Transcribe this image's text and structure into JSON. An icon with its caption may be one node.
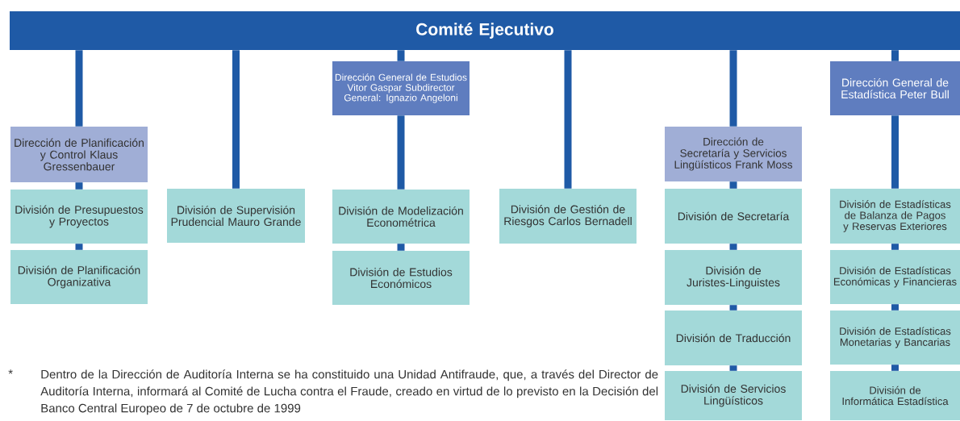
{
  "diagram": {
    "nodes": [
      {
        "text": [
          "Comité Ejecutivo"
        ]
      },
      {
        "text": [
          "Dirección de Planificación y Control Klaus Gressenbauer"
        ]
      },
      {
        "text": [
          "División de Presupuestos y Proyectos"
        ]
      },
      {
        "text": [
          "División de Planificación Organizativa"
        ]
      },
      {
        "text": [
          "División de Supervisión Prudencial Mauro Grande"
        ]
      },
      {
        "text": [
          "Dirección General de Estudios Vitor Gaspar Subdirector General: Ignazio Angeloni"
        ]
      },
      {
        "text": [
          "División de Modelización Econométrica"
        ]
      },
      {
        "text": [
          "División de Estudios Económicos"
        ]
      },
      {
        "text": [
          "División de Gestión de Riesgos Carlos Bernadell"
        ]
      },
      {
        "text": [
          "Dirección de Secretaría y Servicios Lingüísticos Frank Moss"
        ]
      },
      {
        "text": [
          "División de Secretaría"
        ]
      },
      {
        "text": [
          "División de Juristes-Linguistes"
        ]
      },
      {
        "text": [
          "División de Traducción"
        ]
      },
      {
        "text": [
          "División de Servicios Lingüísticos"
        ]
      },
      {
        "text": [
          "Dirección General de Estadística Peter Bull"
        ]
      },
      {
        "text": [
          "División de Estadísticas de Balanza de Pagos y Reservas Exteriores"
        ]
      },
      {
        "text": [
          "División de Estadísticas Económicas y Financieras"
        ]
      },
      {
        "text": [
          "División de Estadísticas Monetarias y Bancarias"
        ]
      },
      {
        "text": [
          "División de Informática Estadística"
        ]
      }
    ],
    "edges": [
      {
        "from": 0,
        "to": 1,
        "arrow": "none"
      },
      {
        "from": 1,
        "to": 2,
        "arrow": "none"
      },
      {
        "from": 2,
        "to": 3,
        "arrow": "none"
      },
      {
        "from": 0,
        "to": 4,
        "arrow": "none"
      },
      {
        "from": 0,
        "to": 5,
        "arrow": "none"
      },
      {
        "from": 5,
        "to": 6,
        "arrow": "none"
      },
      {
        "from": 6,
        "to": 7,
        "arrow": "none"
      },
      {
        "from": 0,
        "to": 8,
        "arrow": "none"
      },
      {
        "from": 0,
        "to": 9,
        "arrow": "none"
      },
      {
        "from": 9,
        "to": 10,
        "arrow": "none"
      },
      {
        "from": 10,
        "to": 11,
        "arrow": "none"
      },
      {
        "from": 11,
        "to": 12,
        "arrow": "none"
      },
      {
        "from": 12,
        "to": 13,
        "arrow": "none"
      },
      {
        "from": 0,
        "to": 14,
        "arrow": "none"
      },
      {
        "from": 14,
        "to": 15,
        "arrow": "none"
      },
      {
        "from": 15,
        "to": 16,
        "arrow": "none"
      },
      {
        "from": 16,
        "to": 17,
        "arrow": "none"
      },
      {
        "from": 17,
        "to": 18,
        "arrow": "none"
      }
    ],
    "labels": [
      "*",
      "Dentro de la Dirección de Auditoría Interna se ha constituido una Unidad Antifraude, que, a través del Director de Auditoría Interna, informará al Comité de Lucha contra el Fraude, creado en virtud de lo previsto en la Decisión del Banco Central Europeo de 7 de octubre de 1999"
    ]
  }
}
